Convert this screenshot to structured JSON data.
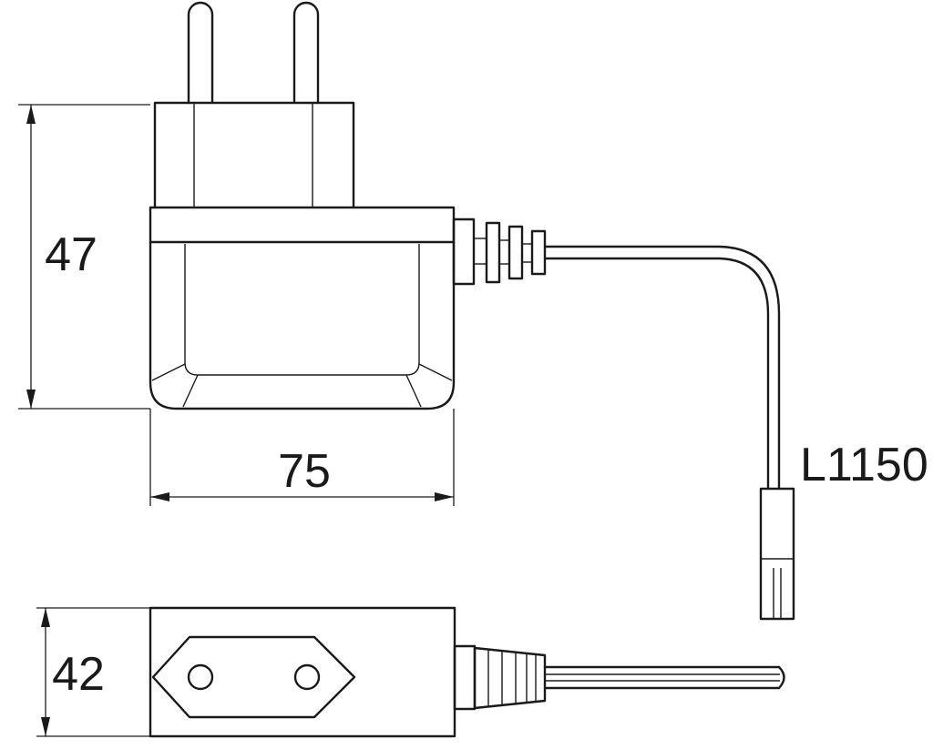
{
  "dimensions": {
    "height": "47",
    "width": "75",
    "depth": "42",
    "cable_length": "L1150"
  },
  "colors": {
    "line": "#1a1a1a",
    "background": "#ffffff"
  }
}
